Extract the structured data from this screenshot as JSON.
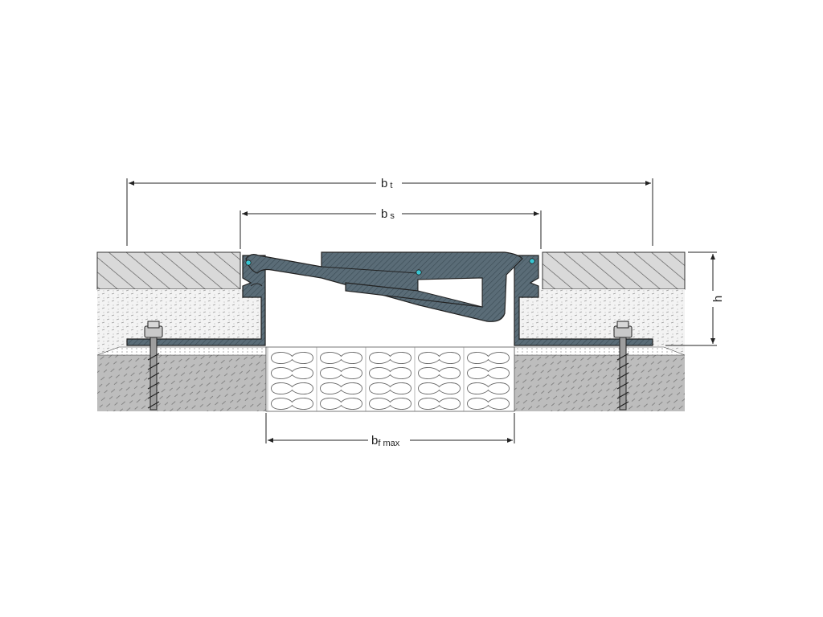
{
  "labels": {
    "bt_main": "b",
    "bt_sub": "t",
    "bs_main": "b",
    "bs_sub": "s",
    "bf_main": "b",
    "bf_sub": "f max",
    "h": "h"
  },
  "colors": {
    "profile": "#566873",
    "profile_hatch": "#3a4a54",
    "top_layer": "#d7d7d7",
    "mid_layer": "#f1f1f1",
    "base_layer": "#b9b9b9",
    "insulation": "#ffffff",
    "seal_dot": "#39c6d4",
    "line": "#222222"
  }
}
